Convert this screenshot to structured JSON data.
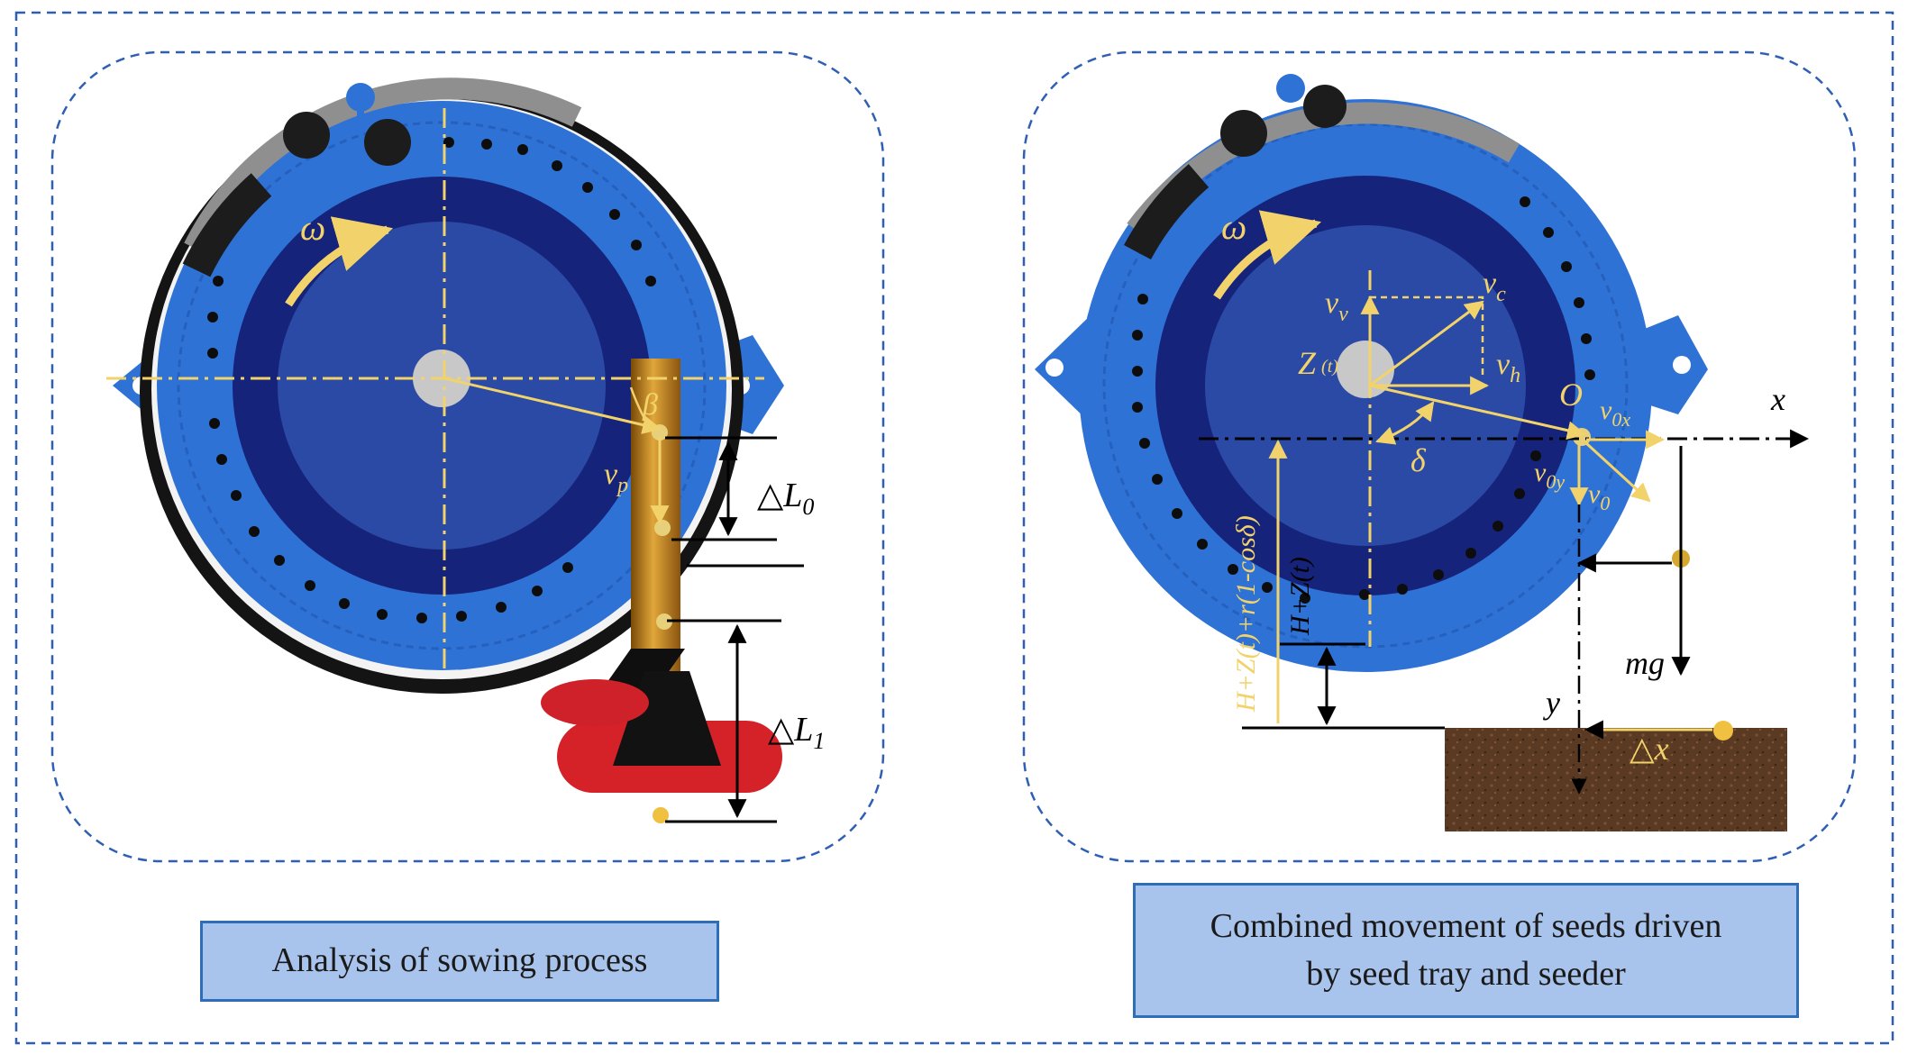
{
  "captions": {
    "left": "Analysis of sowing process",
    "right_line1": "Combined movement of seeds driven",
    "right_line2": "by seed tray and seeder"
  },
  "left_panel": {
    "omega": "ω",
    "beta": "β",
    "vp_main": "v",
    "vp_sub": "p",
    "dL0_main": "△L",
    "dL0_sub": "0",
    "dL1_main": "△L",
    "dL1_sub": "1"
  },
  "right_panel": {
    "omega": "ω",
    "vv_main": "v",
    "vv_sub": "v",
    "vc_main": "v",
    "vc_sub": "c",
    "vh_main": "v",
    "vh_sub": "h",
    "z_main": "Z",
    "z_sub": "(t)",
    "origin": "O",
    "v0x_main": "v",
    "v0x_sub": "0x",
    "v0y_main": "v",
    "v0y_sub": "0y",
    "v0_main": "v",
    "v0_sub": "0",
    "x_axis": "x",
    "y_axis": "y",
    "delta": "δ",
    "mg": "mg",
    "dx": "△x",
    "h_outer": "H+Z(t)+r(1-cosδ)",
    "h_inner": "H+Z(t)"
  },
  "colors": {
    "frame_dash": "#2f5fb5",
    "disc_blue": "#2f72d6",
    "disc_dark": "#16237a",
    "annotation_yellow": "#f2d36b",
    "caption_fill": "#a9c4ec",
    "caption_border": "#2f6db7",
    "soil": "#5a3a22"
  }
}
